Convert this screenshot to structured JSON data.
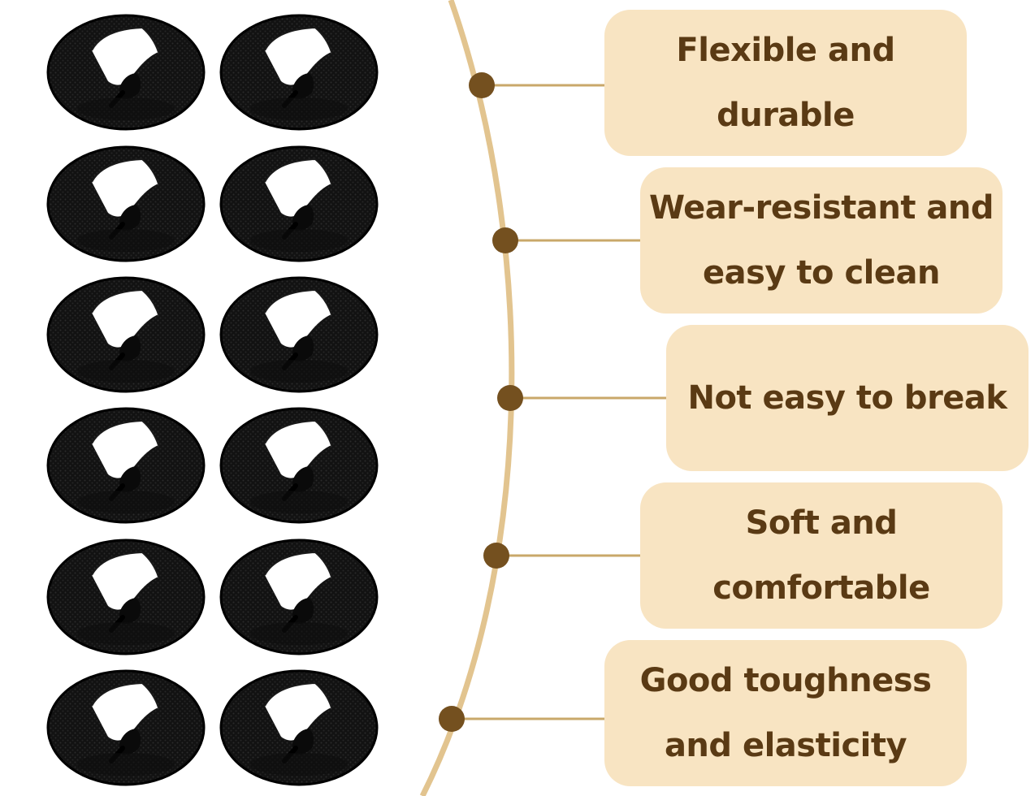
{
  "colors": {
    "background": "#ffffff",
    "callout_fill": "#f8e4c2",
    "callout_text": "#5a3a14",
    "connector": "#c9a86a",
    "curve": "#e2c48f",
    "dot": "#74501f",
    "ring": "#121212"
  },
  "product": {
    "item": "black-elastic-band-ring",
    "count": 12,
    "layout": "2 columns x 6 rows"
  },
  "features": [
    {
      "lines": [
        "Flexible and",
        "durable"
      ]
    },
    {
      "lines": [
        "Wear-resistant and",
        "easy to clean"
      ]
    },
    {
      "lines": [
        "Not easy to break"
      ]
    },
    {
      "lines": [
        "Soft and",
        "comfortable"
      ]
    },
    {
      "lines": [
        "Good toughness",
        "and elasticity"
      ]
    }
  ]
}
